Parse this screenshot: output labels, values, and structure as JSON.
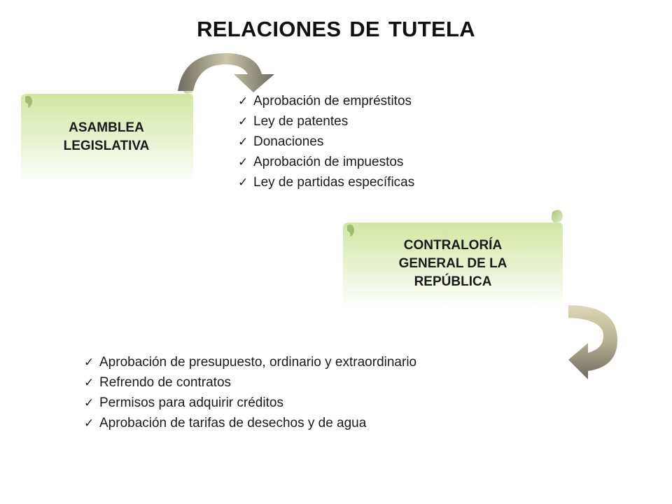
{
  "title": "RELACIONES DE TUTELA",
  "boxes": [
    {
      "lines": [
        "ASAMBLEA",
        "LEGISLATIVA"
      ]
    },
    {
      "lines": [
        "CONTRALORÍA",
        "GENERAL DE LA",
        "REPÚBLICA"
      ]
    }
  ],
  "lists": [
    {
      "items": [
        "Aprobación de empréstitos",
        "Ley de patentes",
        "Donaciones",
        "Aprobación de impuestos",
        "Ley de partidas específicas"
      ]
    },
    {
      "items": [
        "Aprobación de presupuesto, ordinario y extraordinario",
        "Refrendo de contratos",
        "Permisos para adquirir créditos",
        "Aprobación de tarifas de desechos y de agua"
      ]
    }
  ],
  "colors": {
    "scroll_fill": "#dcebb4",
    "arrow_dark": "#6e6a5f",
    "arrow_light": "#c5c2a4"
  },
  "icons": {
    "bullet": "check-mark-icon",
    "connector": "curved-arrow-icon"
  }
}
